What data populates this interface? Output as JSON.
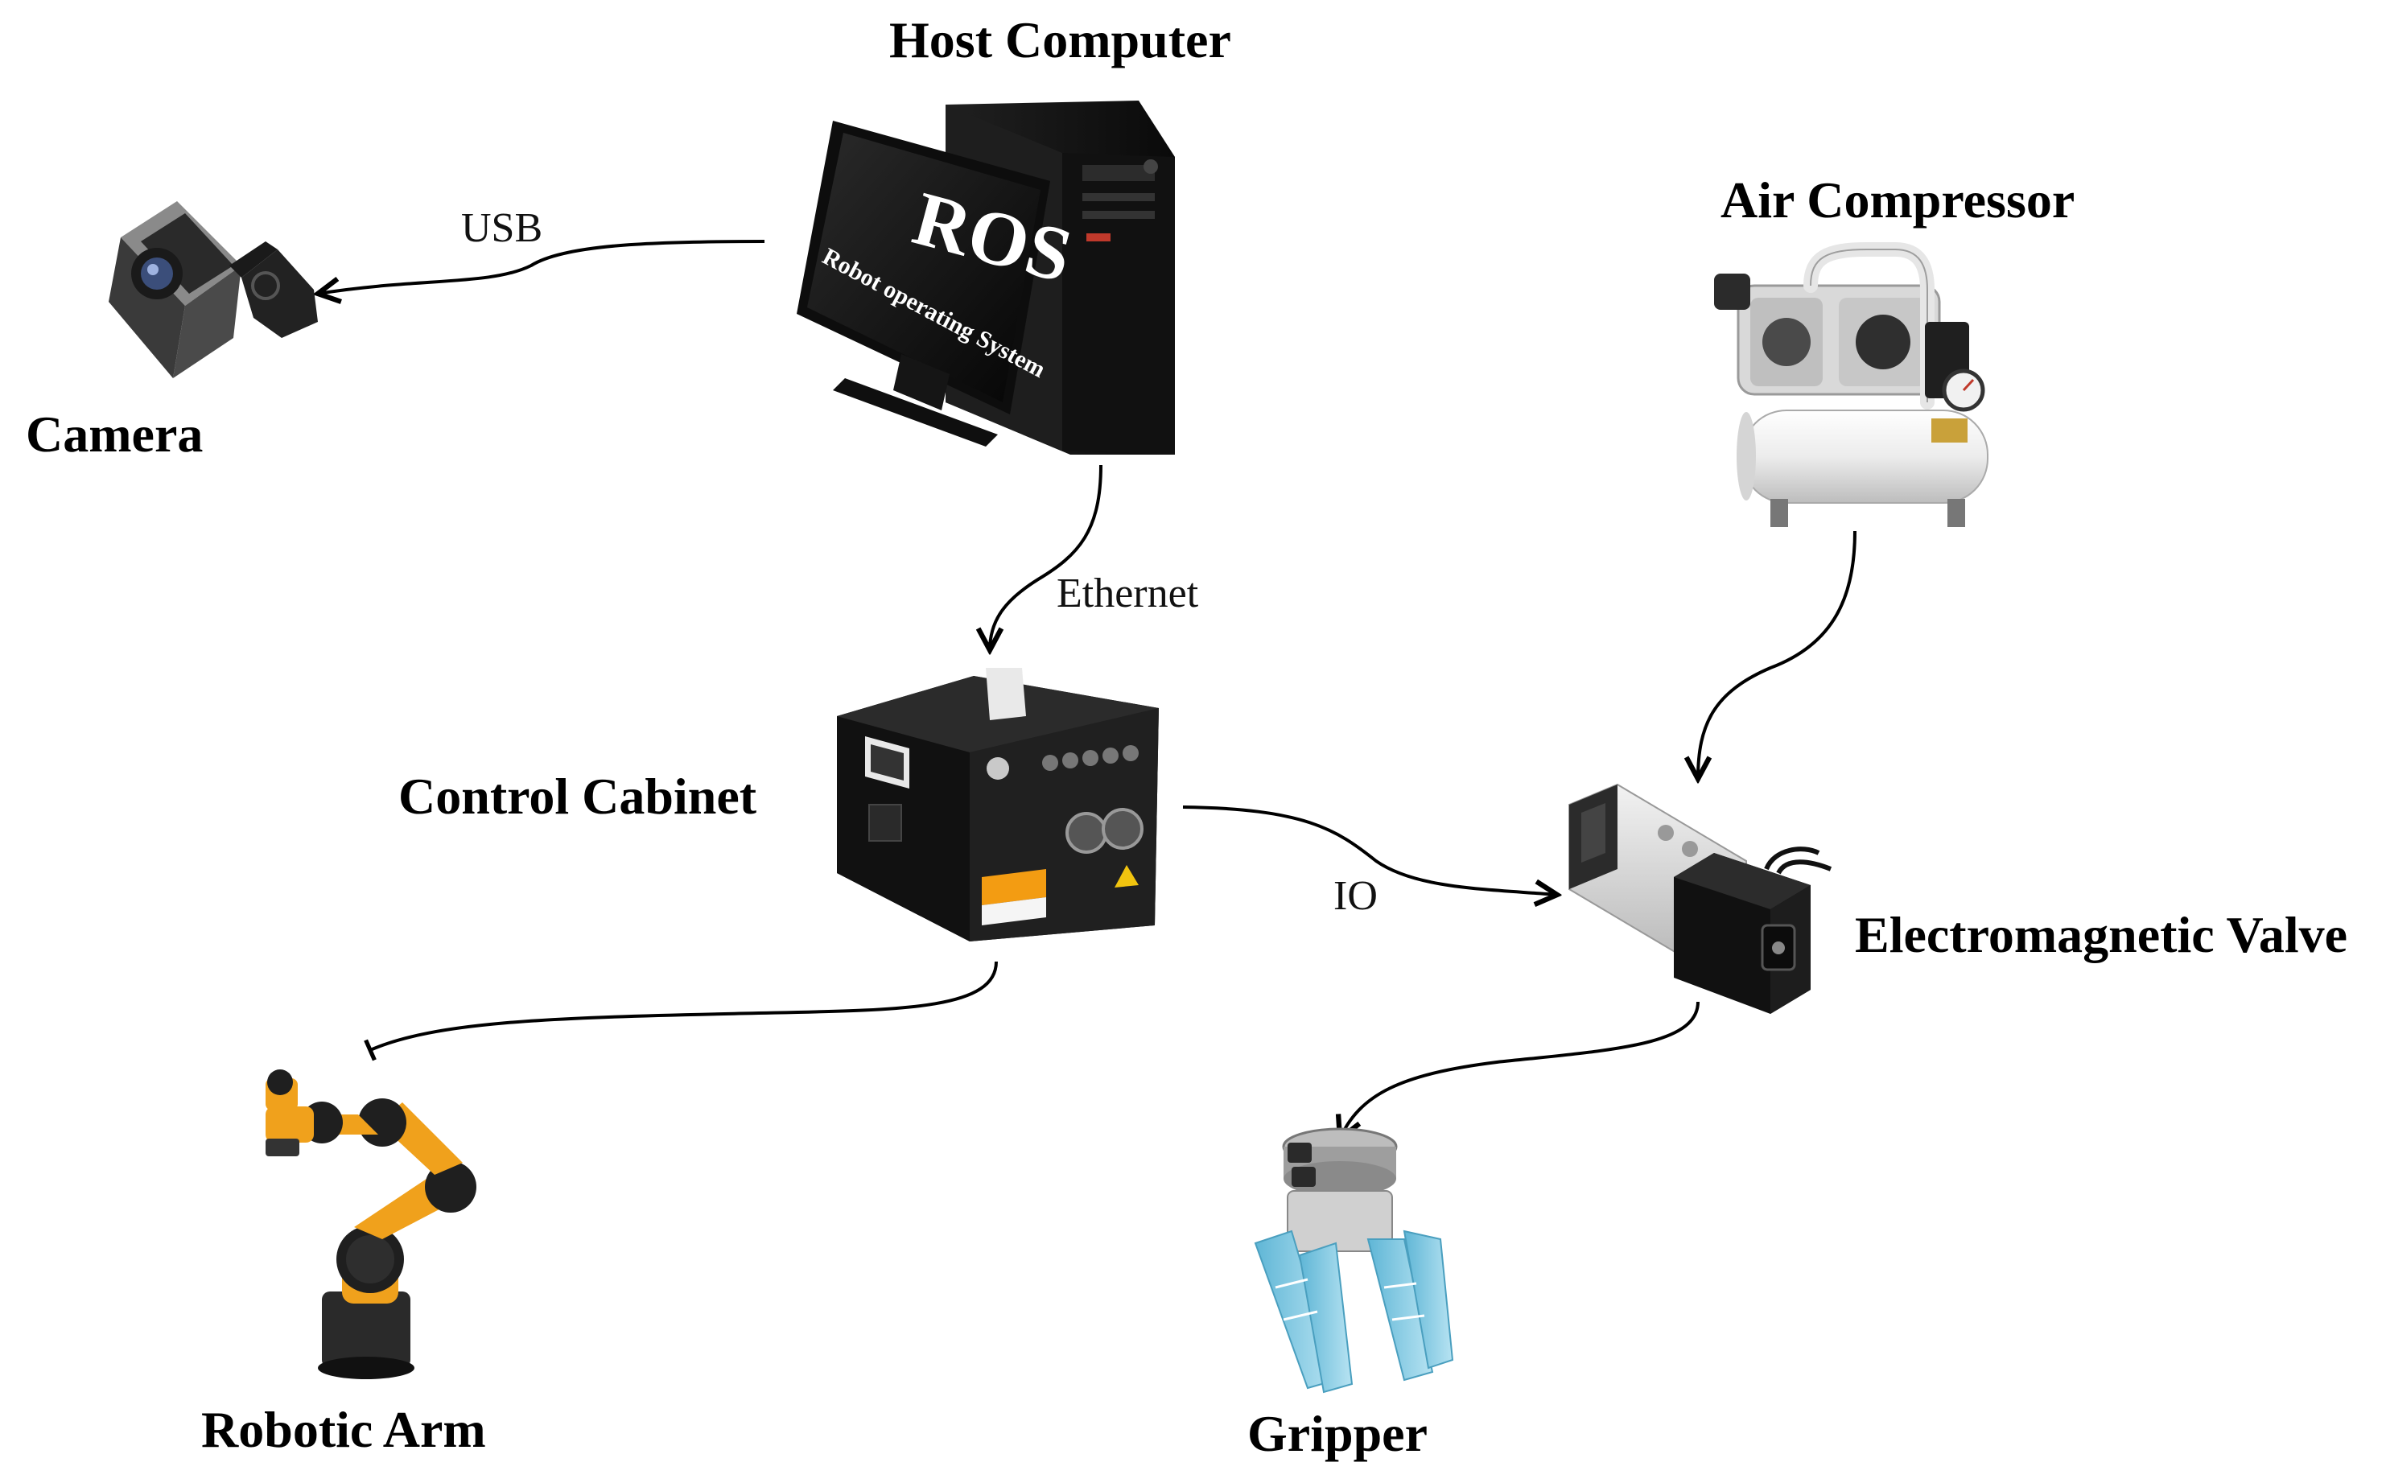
{
  "nodes": {
    "host_computer": {
      "label": "Host Computer",
      "screen_title": "ROS",
      "screen_subtitle": "Robot operating System"
    },
    "camera": {
      "label": "Camera"
    },
    "air_compressor": {
      "label": "Air Compressor"
    },
    "control_cabinet": {
      "label": "Control Cabinet"
    },
    "electromagnetic_valve": {
      "label": "Electromagnetic Valve"
    },
    "robotic_arm": {
      "label": "Robotic Arm"
    },
    "gripper": {
      "label": "Gripper"
    }
  },
  "edges": {
    "usb": {
      "label": "USB",
      "from": "Host Computer",
      "to": "Camera"
    },
    "ethernet": {
      "label": "Ethernet",
      "from": "Host Computer",
      "to": "Control Cabinet"
    },
    "io": {
      "label": "IO",
      "from": "Control Cabinet",
      "to": "Electromagnetic Valve"
    },
    "air": {
      "label": "",
      "from": "Air Compressor",
      "to": "Electromagnetic Valve"
    },
    "arm": {
      "label": "",
      "from": "Control Cabinet",
      "to": "Robotic Arm"
    },
    "grip": {
      "label": "",
      "from": "Electromagnetic Valve",
      "to": "Gripper"
    }
  },
  "colors": {
    "arm_orange": "#f0a11c",
    "gripper_blue": "#8ccfe6",
    "device_black": "#1c1c1c",
    "compressor_white": "#eeeeee"
  }
}
